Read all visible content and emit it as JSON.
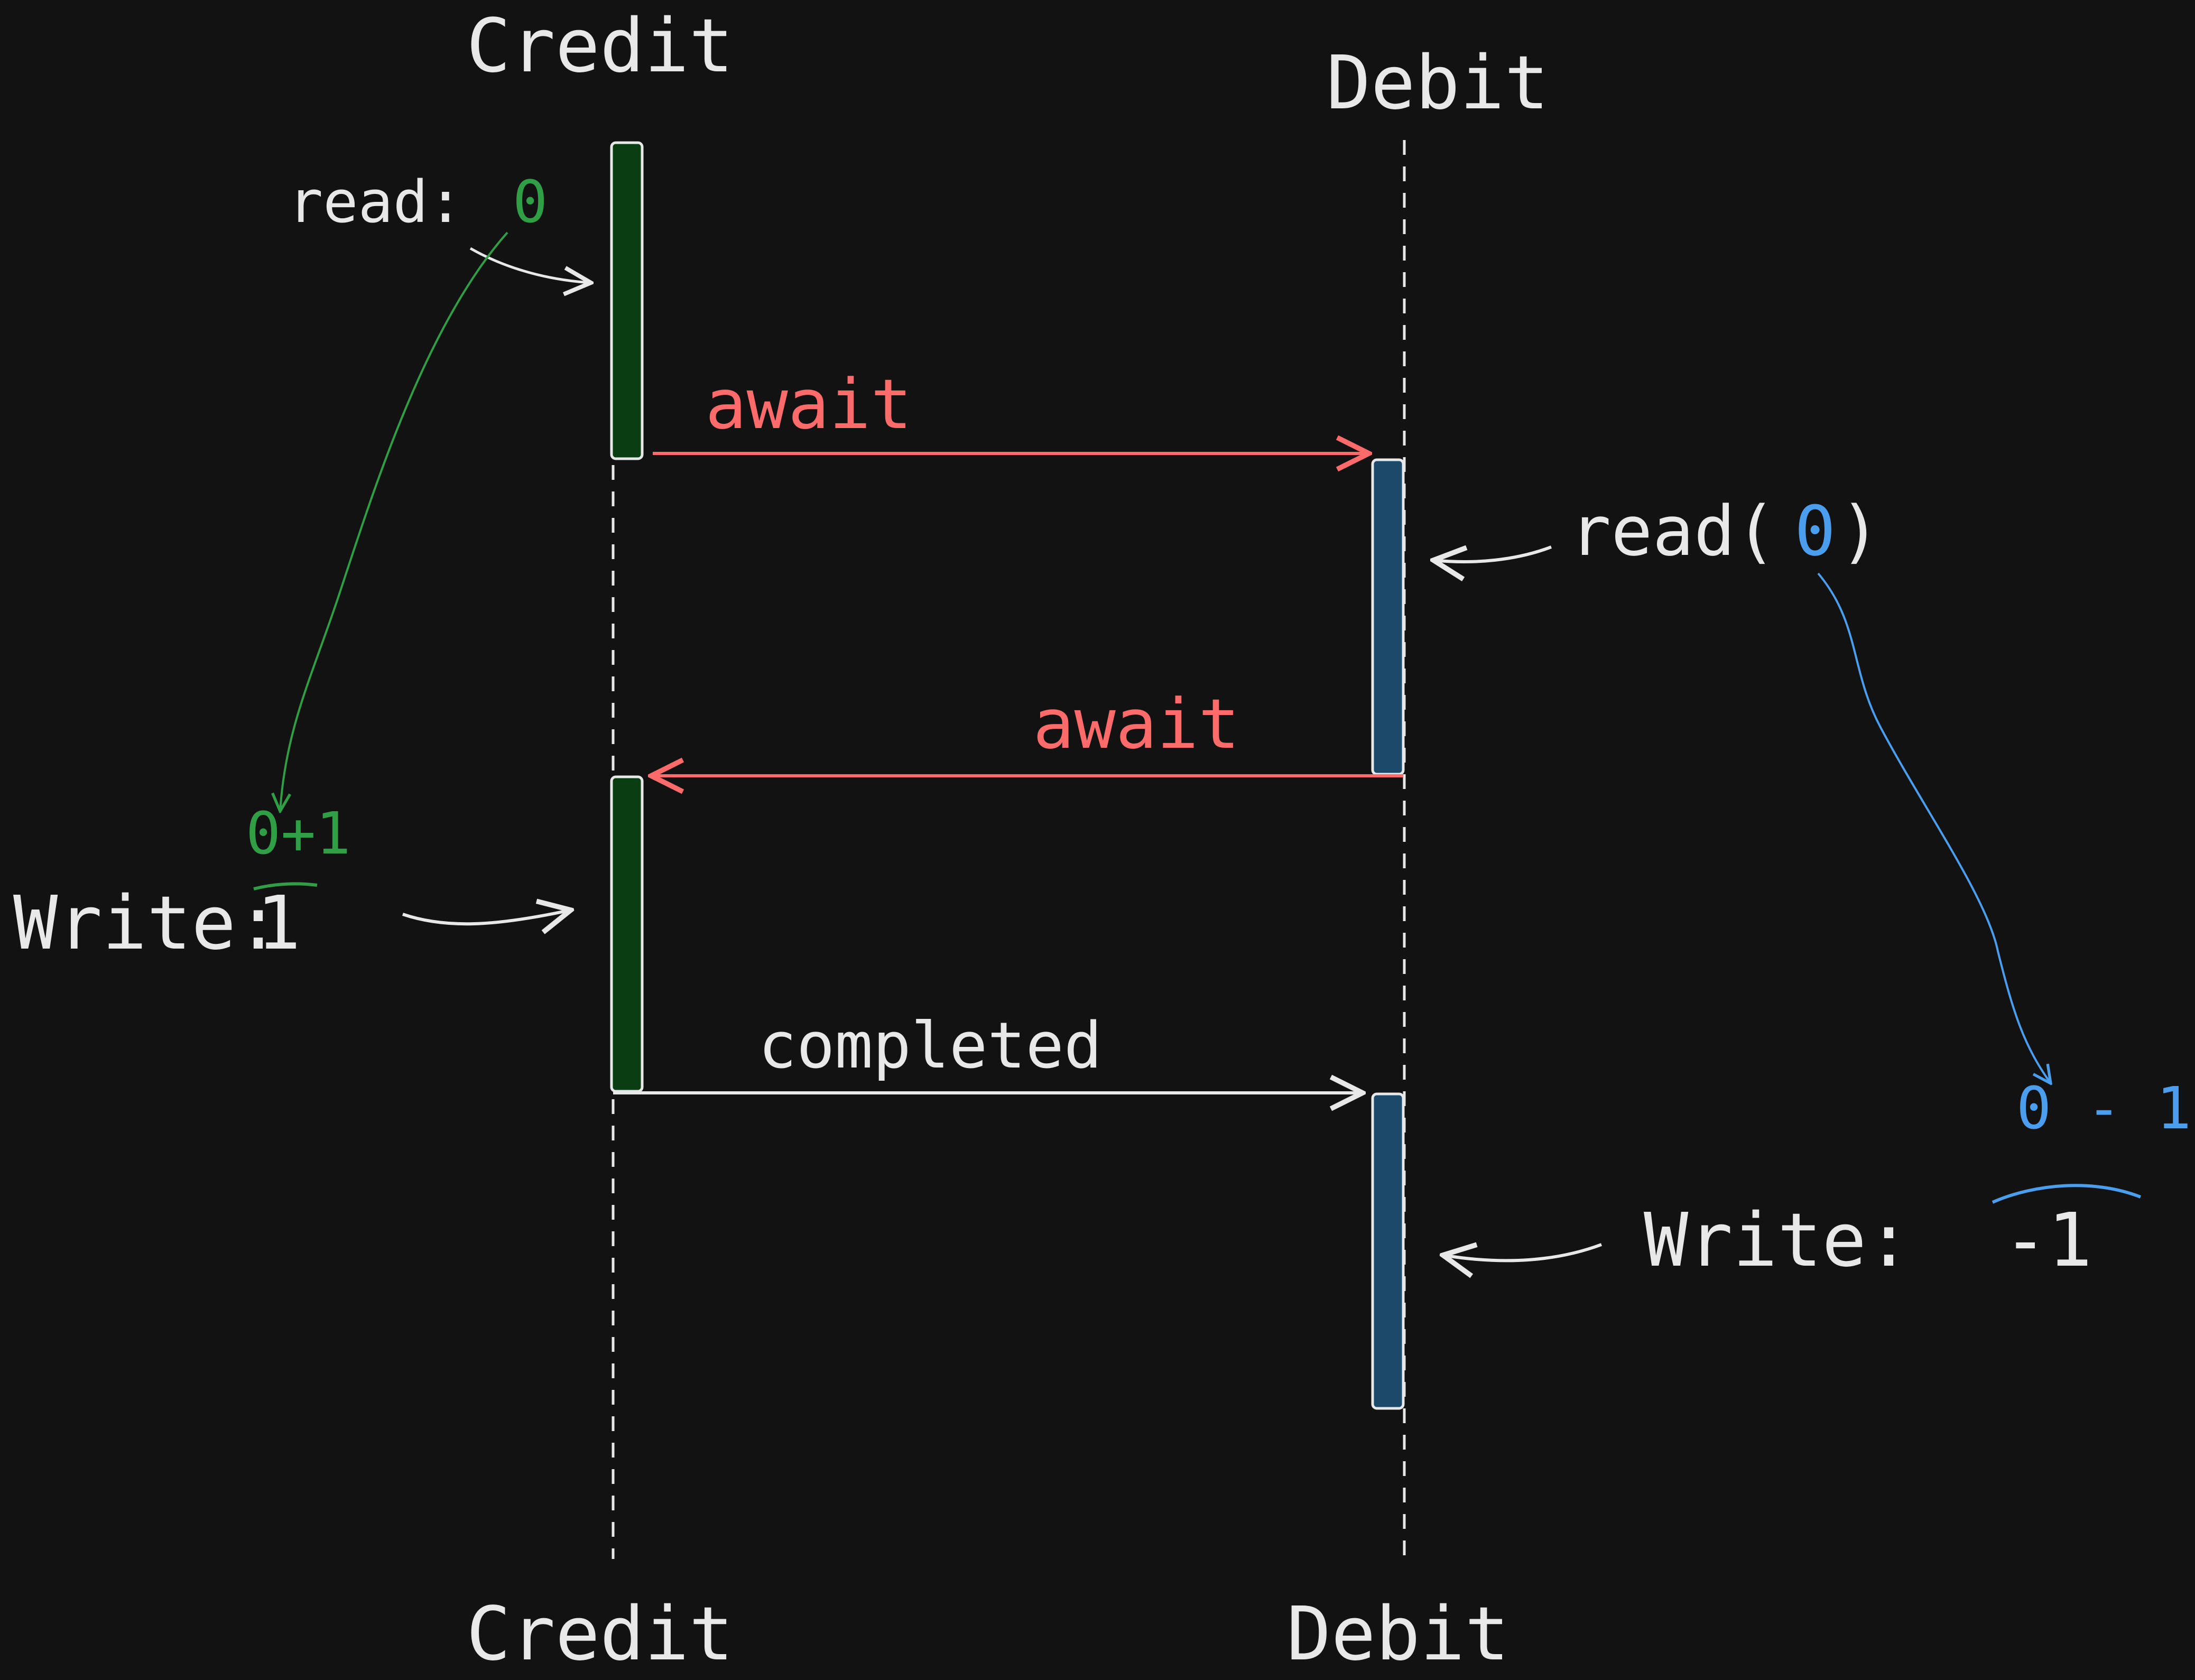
{
  "participants": {
    "credit": {
      "label": "Credit"
    },
    "debit": {
      "label": "Debit"
    }
  },
  "messages": [
    {
      "label": "await",
      "from": "credit",
      "to": "debit",
      "color": "#ff6b6b"
    },
    {
      "label": "await",
      "from": "debit",
      "to": "credit",
      "color": "#ff6b6b"
    },
    {
      "label": "completed",
      "from": "credit",
      "to": "debit",
      "color": "#e8e8e8"
    }
  ],
  "notes": {
    "credit_read_label": "read:",
    "credit_read_value": "0",
    "credit_sum": "0+1",
    "credit_write_label": "Write:",
    "credit_write_value": "1",
    "debit_read": "read(",
    "debit_read_value": "0",
    "debit_read_close": ")",
    "debit_diff": "0 - 1",
    "debit_write_label": "Write:",
    "debit_write_value": "-1"
  },
  "colors": {
    "background": "#121212",
    "credit_activation": "#0b3d12",
    "debit_activation": "#1b4a6b",
    "message_red": "#ff6b6b",
    "note_green": "#2f9e44",
    "note_blue": "#4a9eed",
    "line_white": "#e8e8e8"
  }
}
